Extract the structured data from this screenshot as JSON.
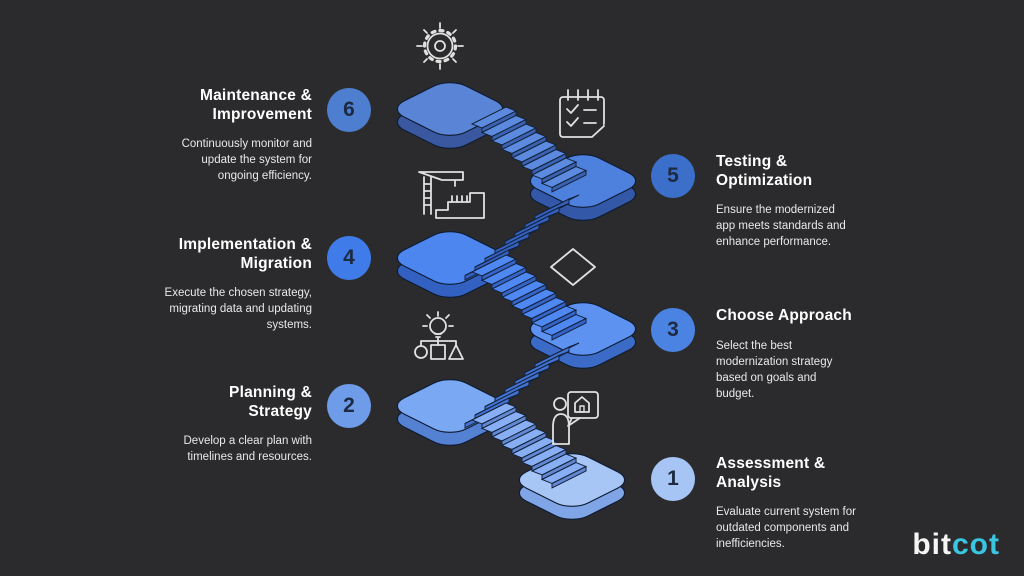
{
  "canvas": {
    "background": "#2b2b2d"
  },
  "steps": [
    {
      "number": "1",
      "title": "Assessment &\nAnalysis",
      "description": "Evaluate current system for outdated components and inefficiencies.",
      "circle_color": "#a6c5f4",
      "icon": "consultation-icon"
    },
    {
      "number": "2",
      "title": "Planning &\nStrategy",
      "description": "Develop a clear plan with timelines and resources.",
      "circle_color": "#6f9ce8",
      "icon": "idea-chart-icon"
    },
    {
      "number": "3",
      "title": "Choose Approach",
      "description": "Select the best modernization strategy based on goals and budget.",
      "circle_color": "#4b83e3",
      "icon": "diamond-icon"
    },
    {
      "number": "4",
      "title": "Implementation &\nMigration",
      "description": "Execute the chosen strategy, migrating data and updating systems.",
      "circle_color": "#3f7ce9",
      "icon": "crane-icon"
    },
    {
      "number": "5",
      "title": "Testing &\nOptimization",
      "description": "Ensure the modernized app meets standards and enhance performance.",
      "circle_color": "#3b6fc9",
      "icon": "checklist-icon"
    },
    {
      "number": "6",
      "title": "Maintenance &\nImprovement",
      "description": "Continuously monitor and update the system for ongoing efficiency.",
      "circle_color": "#4e7ecf",
      "icon": "sun-gear-icon"
    }
  ],
  "decorative_icons": [
    "sun-gear-icon",
    "checklist-icon",
    "crane-icon",
    "diamond-icon",
    "idea-chart-icon",
    "consultation-icon"
  ],
  "colors": {
    "stair_blue": "#4c86f0",
    "stair_light_blue": "#a8c6f5",
    "outline_navy": "#0e1c33",
    "text_white": "#ffffff",
    "logo_cyan": "#38c6e0"
  },
  "brand": {
    "logo_prefix": "bit",
    "logo_suffix": "cot"
  }
}
